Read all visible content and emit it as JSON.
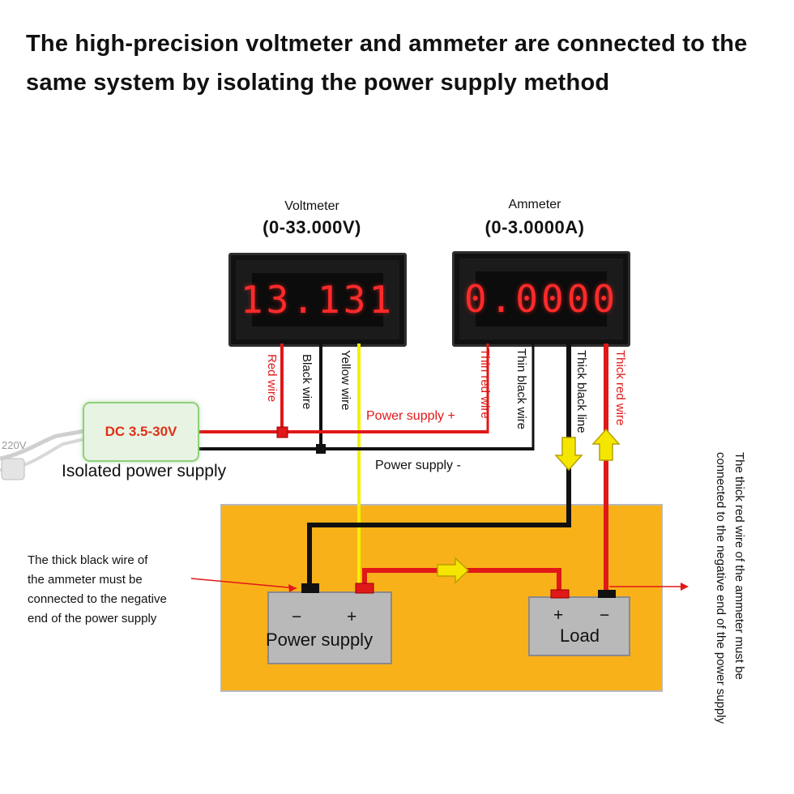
{
  "title": "The high-precision voltmeter and ammeter are connected to the same system by isolating the power supply method",
  "voltmeter": {
    "name": "Voltmeter",
    "range": "(0-33.000V)",
    "reading": "13.131"
  },
  "ammeter": {
    "name": "Ammeter",
    "range": "(0-3.0000A)",
    "reading": "0.0000"
  },
  "wire_labels": {
    "volt_red": "Red wire",
    "volt_black": "Black wire",
    "volt_yellow": "Yellow wire",
    "amm_thin_red": "Thin red wire",
    "amm_thin_black": "Thin black wire",
    "amm_thick_black": "Thick black line",
    "amm_thick_red": "Thick red wire"
  },
  "power_plus_label": "Power supply +",
  "power_minus_label": "Power supply -",
  "isolated_supply": {
    "box_text": "DC 3.5-30V",
    "caption": "Isolated power supply",
    "mains": "220V"
  },
  "power_supply_block": {
    "minus": "−",
    "plus": "+",
    "label": "Power supply"
  },
  "load_block": {
    "plus": "+",
    "minus": "−",
    "label": "Load"
  },
  "note_left": [
    "The thick black wire of",
    "the ammeter must be",
    "connected to the negative",
    "end of the power supply"
  ],
  "note_right": "The thick red wire of the ammeter must be connected to the negative end of the power supply",
  "colors": {
    "red_wire": "#e01818",
    "yellow_wire": "#f5f000",
    "black_wire": "#111111",
    "board": "#f9b11a",
    "led": "#ff2a2a"
  }
}
